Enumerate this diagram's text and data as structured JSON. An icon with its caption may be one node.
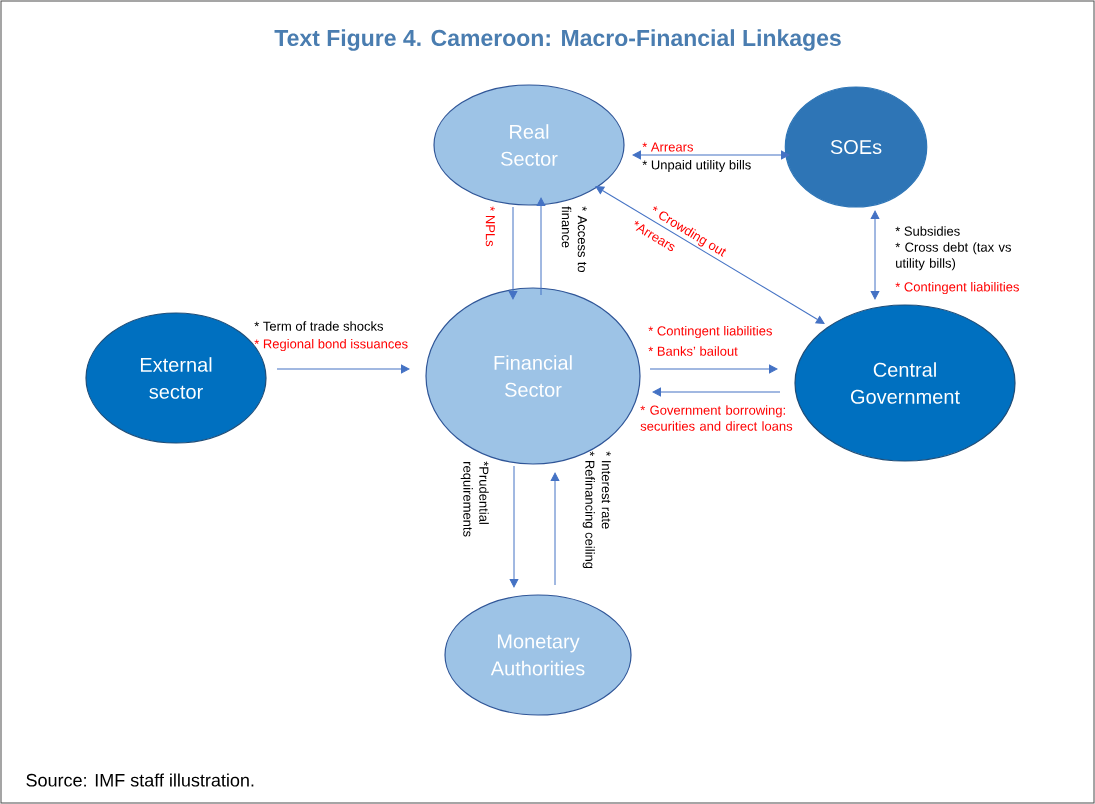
{
  "diagram": {
    "title": "Text Figure 4. Cameroon: Macro-Financial Linkages",
    "caption": "Source: IMF staff illustration.",
    "nodes": [
      {
        "text": [
          "Real Sector"
        ]
      },
      {
        "text": [
          "SOEs"
        ]
      },
      {
        "text": [
          "External sector"
        ]
      },
      {
        "text": [
          "Financial Sector"
        ]
      },
      {
        "text": [
          "Central Government"
        ]
      },
      {
        "text": [
          "Monetary Authorities"
        ]
      }
    ],
    "edges": [
      {
        "from": 0,
        "to": 1,
        "arrow": "both"
      },
      {
        "from": 0,
        "to": 3,
        "arrow": "to"
      },
      {
        "from": 3,
        "to": 0,
        "arrow": "to"
      },
      {
        "from": 4,
        "to": 0,
        "arrow": "both"
      },
      {
        "from": 1,
        "to": 4,
        "arrow": "both"
      },
      {
        "from": 2,
        "to": 3,
        "arrow": "to"
      },
      {
        "from": 3,
        "to": 4,
        "arrow": "to"
      },
      {
        "from": 4,
        "to": 3,
        "arrow": "to"
      },
      {
        "from": 3,
        "to": 5,
        "arrow": "to"
      },
      {
        "from": 5,
        "to": 3,
        "arrow": "to"
      }
    ],
    "labels": [
      "* Arrears",
      "* Unpaid utility bills",
      "* NPLs",
      "* Access to finance",
      "* Crowding out",
      "*Arrears",
      "* Subsidies",
      "* Cross debt (tax vs utility bills)",
      "* Contingent liabilities",
      "* Term of trade shocks",
      "* Regional bond issuances",
      "* Contingent liabilities",
      "* Banks’ bailout",
      "* Government borrowing: securities and direct loans",
      "*Prudential requirements",
      "* Interest rate",
      "* Refinancing ceiling"
    ]
  }
}
